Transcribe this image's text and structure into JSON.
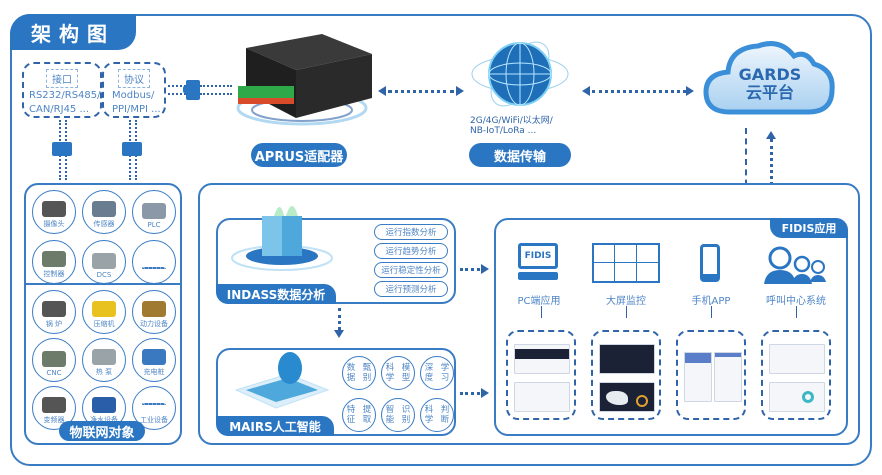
{
  "title": "架构图",
  "interface_box": {
    "label": "接口",
    "lines": [
      "RS232/RS485/",
      "CAN/RJ45 ..."
    ]
  },
  "protocol_box": {
    "label": "协议",
    "lines": [
      "Modbus/",
      "PPI/MPI ..."
    ]
  },
  "adapter": {
    "label": "APRUS适配器"
  },
  "transmission": {
    "label": "数据传输",
    "networks": [
      "2G/4G/WiFi/以太网/",
      "NB-IoT/LoRa ..."
    ]
  },
  "cloud": {
    "line1": "GARDS",
    "line2": "云平台"
  },
  "iot_objects": {
    "title": "物联网对象",
    "group1": [
      {
        "label": "摄像头",
        "icon": "camera-icon"
      },
      {
        "label": "传感器",
        "icon": "sensor-icon"
      },
      {
        "label": "PLC",
        "icon": "plc-icon"
      },
      {
        "label": "控制器",
        "icon": "controller-icon"
      },
      {
        "label": "DCS",
        "icon": "dcs-icon"
      },
      {
        "label": "·······",
        "icon": "more-icon"
      }
    ],
    "group2": [
      {
        "label": "锅 炉",
        "icon": "boiler-icon"
      },
      {
        "label": "压缩机",
        "icon": "compressor-icon"
      },
      {
        "label": "动力设备",
        "icon": "generator-icon"
      },
      {
        "label": "CNC",
        "icon": "cnc-icon"
      },
      {
        "label": "热 泵",
        "icon": "heat-pump-icon"
      },
      {
        "label": "充电桩",
        "icon": "charging-pile-icon"
      },
      {
        "label": "变频器",
        "icon": "inverter-icon"
      },
      {
        "label": "净水设备",
        "icon": "water-purifier-icon"
      },
      {
        "label": "工业设备",
        "icon": "more-icon"
      }
    ]
  },
  "indass": {
    "title": "INDASS数据分析",
    "items": [
      "运行指数分析",
      "运行趋势分析",
      "运行稳定性分析",
      "运行预测分析"
    ]
  },
  "mairs": {
    "title": "MAIRS人工智能",
    "items": [
      [
        "数据",
        "甄别"
      ],
      [
        "科学",
        "模型"
      ],
      [
        "深度",
        "学习"
      ],
      [
        "特征",
        "提取"
      ],
      [
        "智能",
        "识别"
      ],
      [
        "科学",
        "判断"
      ]
    ]
  },
  "fidis": {
    "title": "FIDIS应用",
    "pc_logo": "FIDIS",
    "apps": [
      {
        "label": "PC端应用",
        "icon": "pc-monitor-icon"
      },
      {
        "label": "大屏监控",
        "icon": "video-wall-icon"
      },
      {
        "label": "手机APP",
        "icon": "smartphone-icon"
      },
      {
        "label": "呼叫中心系统",
        "icon": "call-center-icon"
      }
    ]
  },
  "colors": {
    "primary": "#2a76c2",
    "border": "#3a7cc4",
    "text_light": "#4f86c6",
    "dark": "#1c2236"
  }
}
